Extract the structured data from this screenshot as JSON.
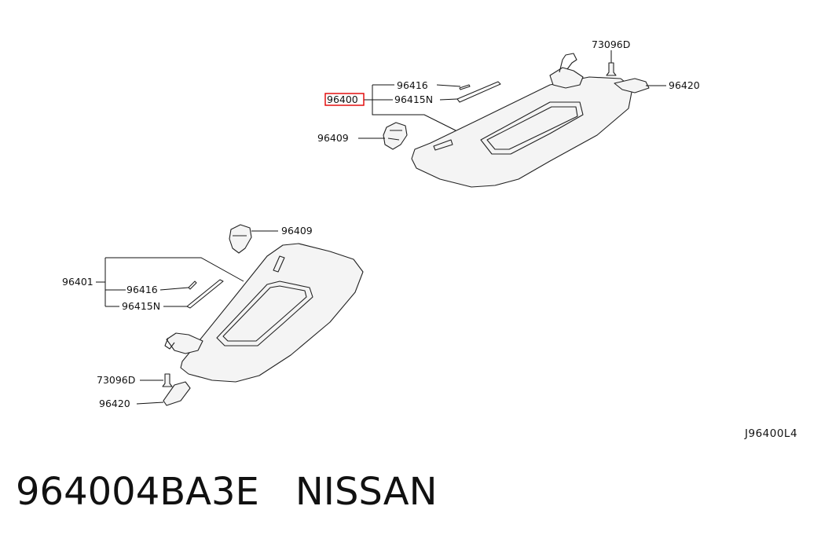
{
  "diagram": {
    "ref_code": "J96400L4",
    "highlight_color": "#e00000",
    "upper_assembly": {
      "main_label": "96400",
      "labels": {
        "p96416": "96416",
        "p96415n": "96415N",
        "p96409": "96409",
        "p73096d": "73096D",
        "p96420": "96420"
      }
    },
    "lower_assembly": {
      "main_label": "96401",
      "labels": {
        "p96409": "96409",
        "p96416": "96416",
        "p96415n": "96415N",
        "p73096d": "73096D",
        "p96420": "96420"
      }
    }
  },
  "caption": {
    "part_number": "964004BA3E",
    "brand": "NISSAN"
  }
}
